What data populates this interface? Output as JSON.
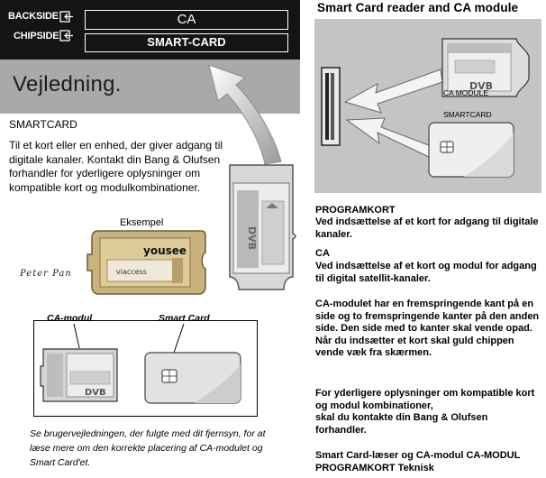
{
  "banner": {
    "backside_label": "BACKSIDE",
    "chipside_label": "CHIPSIDE",
    "ca_slot_label": "CA",
    "smartcard_slot_label": "SMART-CARD"
  },
  "left": {
    "title": "Vejledning.",
    "smartcard_heading": "SMARTCARD",
    "smartcard_paragraph": "Til et kort eller en enhed, der giver adgang til digitale kanaler. Kontakt din Bang & Olufsen forhandler for yderligere oplysninger om kompatible kort og modulkombinationer.",
    "example_label": "Eksempel",
    "signature": "Peter  Pan",
    "module_brand": "yousee",
    "module_sub_brand": "viaccess",
    "dvb_logo": "DVB",
    "box_ca_label": "CA-modul",
    "box_smartcard_label": "Smart Card",
    "footer_caption": "Se brugervejledningen, der fulgte med dit fjernsyn, for at læse mere om den korrekte placering af CA-modulet og Smart Card'et."
  },
  "right": {
    "title": "Smart Card reader and CA module",
    "ca_module_label": "CA MODULE",
    "smartcard_label": "SMARTCARD",
    "programkort_heading": "PROGRAMKORT",
    "programkort_text": "Ved indsættelse af et kort for adgang til digitale kanaler.",
    "ca_heading": "CA",
    "ca_text": "Ved indsættelse af et kort og modul for adgang til digital satellit-kanaler.",
    "orientation_text": "CA-modulet har en fremspringende kant på en side og to fremspringende kanter på den anden side. Den side med to kanter skal vende opad.\nNår du indsætter et kort skal guld chippen vende væk fra skærmen.",
    "contact_text": "For yderligere oplysninger om kompatible kort og modul kombinationer,\nskal du kontakte din Bang & Olufsen forhandler.",
    "footer_text": "Smart Card-læser og CA-modul CA-MODUL\nPROGRAMKORT Teknisk"
  },
  "colors": {
    "banner_bg": "#141414",
    "band_grey": "#a9a9a9",
    "right_figure_bg": "#c4c4c4",
    "module_gold": "#c9b27e"
  },
  "icons": [
    "slot-arrow-icon",
    "curved-arrow-icon",
    "chip-icon"
  ]
}
